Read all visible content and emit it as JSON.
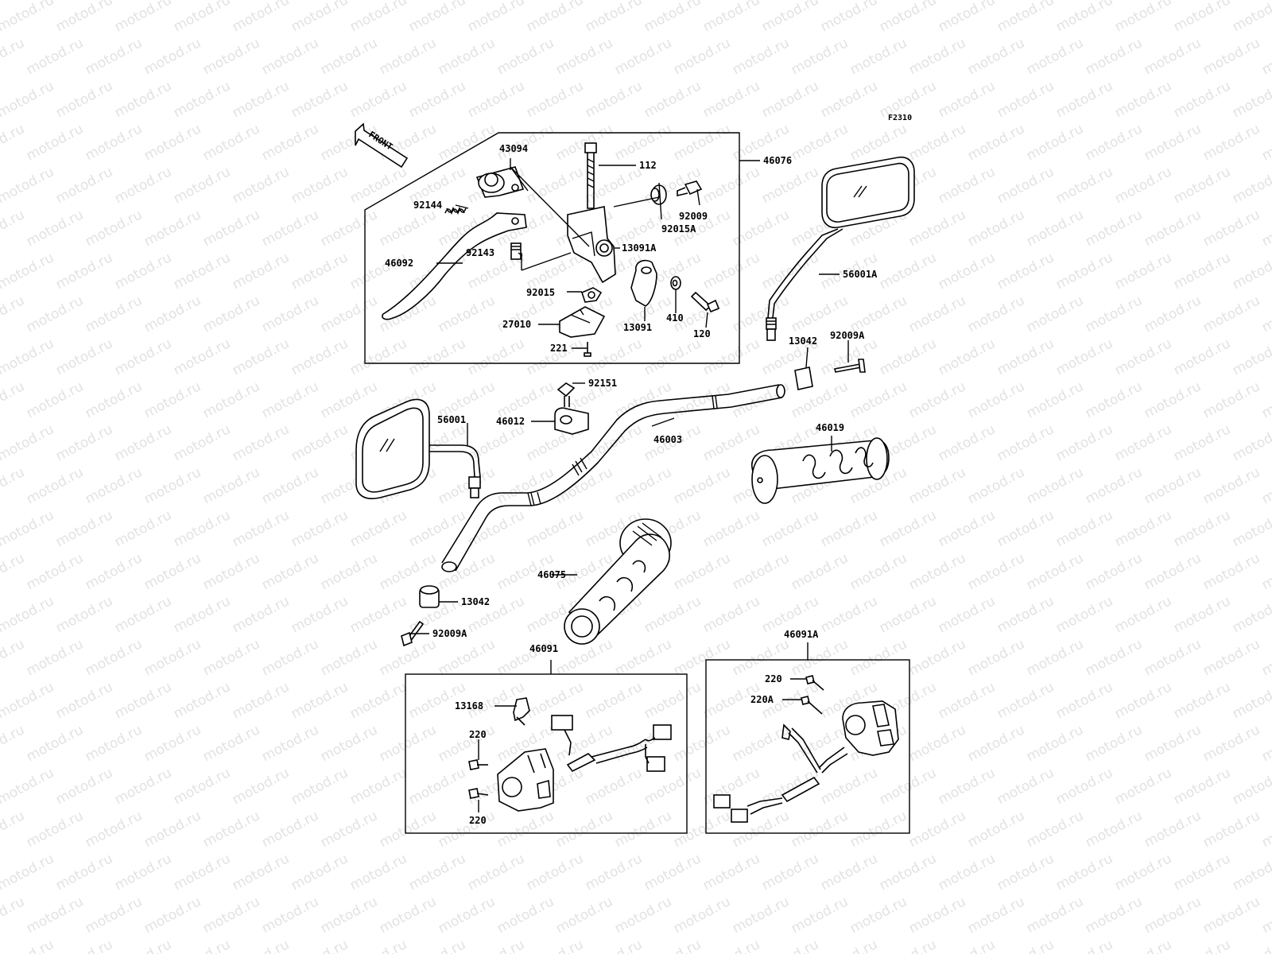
{
  "watermark": "motod.ru",
  "figure_code": "F2310",
  "front_arrow_label": "FRONT",
  "labels": {
    "p43094": "43094",
    "p112": "112",
    "p46076": "46076",
    "p92144": "92144",
    "p92015A": "92015A",
    "p92009": "92009",
    "p46092": "46092",
    "p13091A": "13091A",
    "p92143": "92143",
    "p92015": "92015",
    "p410": "410",
    "p120": "120",
    "p13091": "13091",
    "p27010": "27010",
    "p221": "221",
    "p56001A": "56001A",
    "p13042_right": "13042",
    "p92009A_right": "92009A",
    "p92151": "92151",
    "p46012": "46012",
    "p56001": "56001",
    "p46003": "46003",
    "p46019": "46019",
    "p46075": "46075",
    "p13042_left": "13042",
    "p92009A_left": "92009A",
    "p46091": "46091",
    "p46091A": "46091A",
    "p13168": "13168",
    "p220_a": "220",
    "p220_b": "220",
    "p220_c": "220",
    "p220A": "220A"
  }
}
